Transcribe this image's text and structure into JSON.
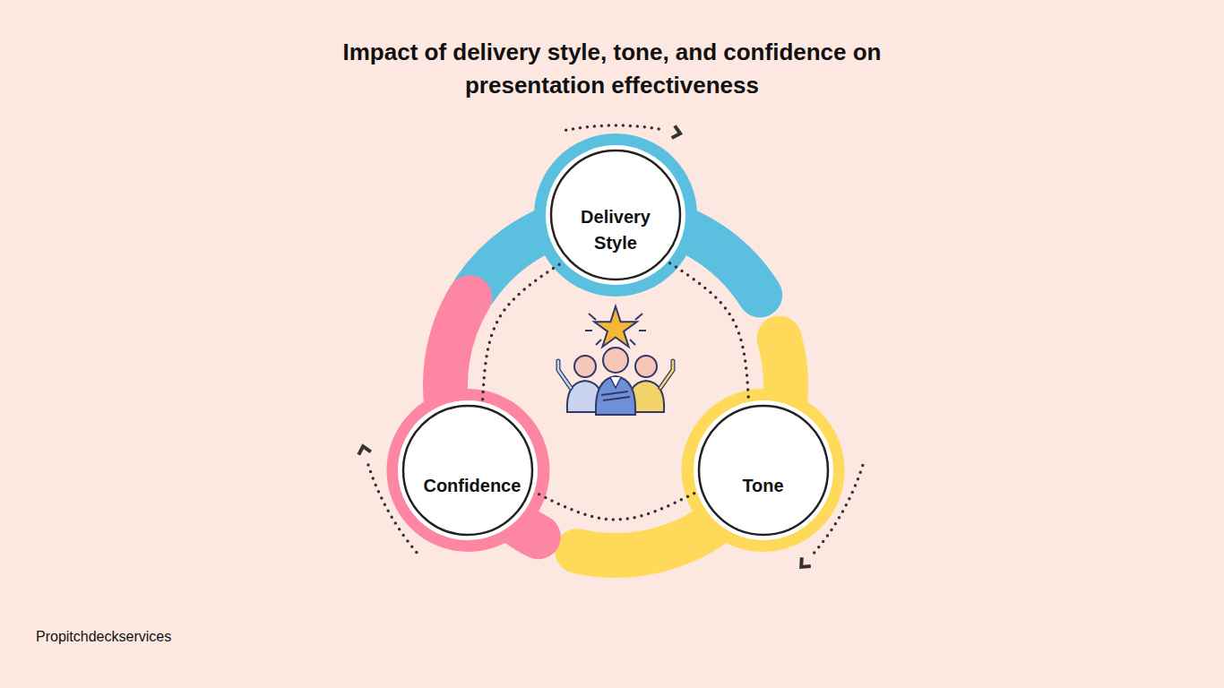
{
  "diagram": {
    "title": "Impact of delivery style, tone, and confidence on presentation effectiveness",
    "nodes": [
      {
        "text": [
          "Delivery Style"
        ]
      },
      {
        "text": [
          "Confidence"
        ]
      },
      {
        "text": [
          "Tone"
        ]
      }
    ],
    "edges": [
      {
        "from": 0,
        "to": 2,
        "arrow": "none"
      },
      {
        "from": 2,
        "to": 1,
        "arrow": "none"
      },
      {
        "from": 1,
        "to": 0,
        "arrow": "none"
      }
    ],
    "labels": [
      "Propitchdeckservices"
    ]
  }
}
